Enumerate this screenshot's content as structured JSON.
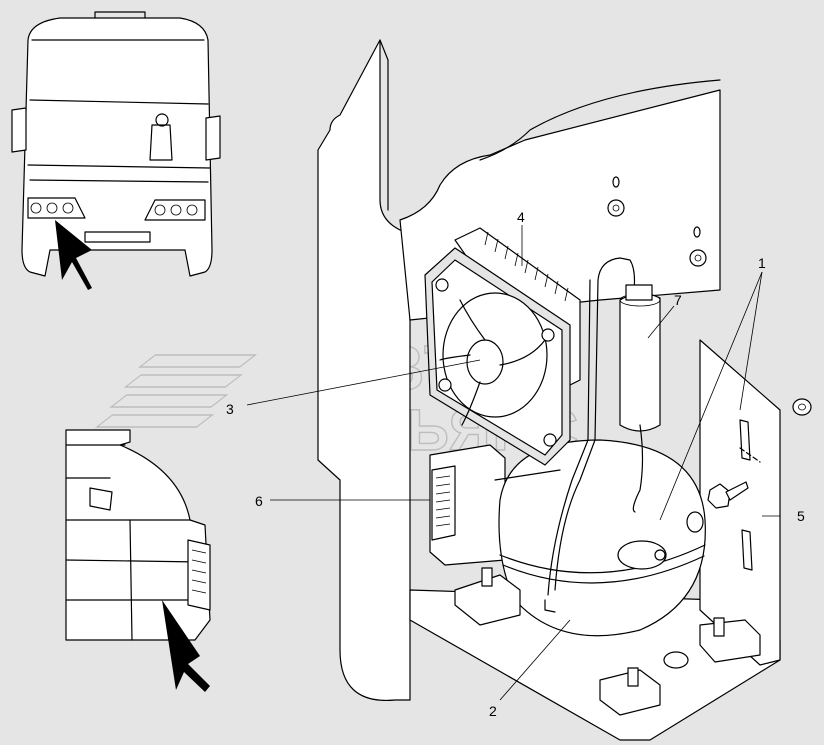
{
  "watermark": {
    "line1": "АВТО",
    "line2": "АЛЬЯНС"
  },
  "callouts": [
    {
      "id": "1",
      "label": "1"
    },
    {
      "id": "2",
      "label": "2"
    },
    {
      "id": "3",
      "label": "3"
    },
    {
      "id": "4",
      "label": "4"
    },
    {
      "id": "5",
      "label": "5"
    },
    {
      "id": "6",
      "label": "6"
    },
    {
      "id": "7",
      "label": "7"
    }
  ],
  "colors": {
    "background": "#e5e5e5",
    "line": "#000000",
    "watermark": "#bdbdbd"
  }
}
